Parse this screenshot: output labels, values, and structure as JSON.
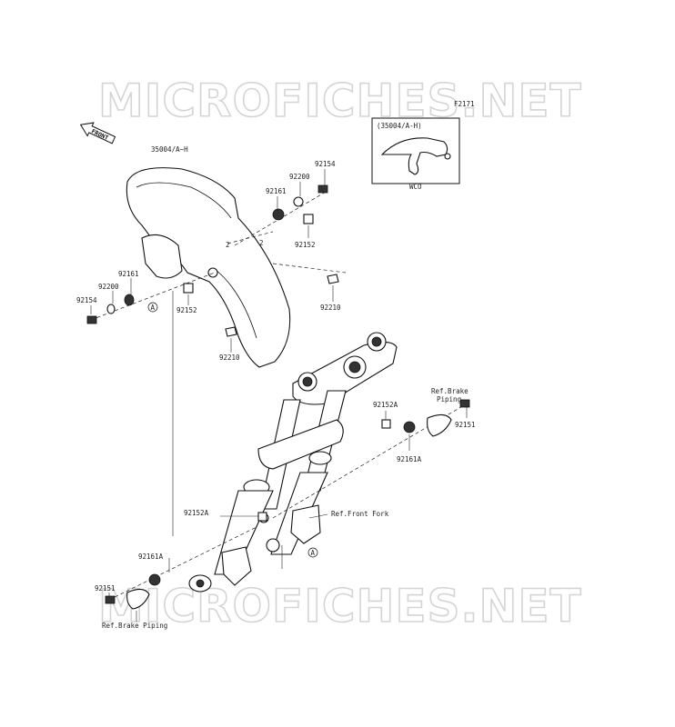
{
  "watermark": {
    "top": "MICROFICHES.NET",
    "bottom": "MICROFICHES.NET"
  },
  "diagram_code": "F2171",
  "front_arrow": "FRONT",
  "inset": {
    "title": "(35004/A-H)",
    "caption": "WCO"
  },
  "labels": {
    "fender": "35004/A~H",
    "bolt_92154_right": "92154",
    "washer_92200_right": "92200",
    "damper_92161_right": "92161",
    "collar_92152_right": "92152",
    "nut_92210_right": "92210",
    "damper_92161_left": "92161",
    "washer_92200_left": "92200",
    "bolt_92154_left": "92154",
    "collar_92152_left": "92152",
    "nut_92210_lower": "92210",
    "collar_92152A_right": "92152A",
    "ref_brake_piping_right": "Ref.Brake\nPiping",
    "bolt_92151_right": "92151",
    "damper_92161A_right": "92161A",
    "ref_front_fork": "Ref.Front Fork",
    "collar_92152A_left": "92152A",
    "damper_92161A_left": "92161A",
    "bolt_92151_left": "92151",
    "ref_brake_piping_left": "Ref.Brake Piping",
    "ref_a_top": "A",
    "ref_a_bottom": "A"
  }
}
